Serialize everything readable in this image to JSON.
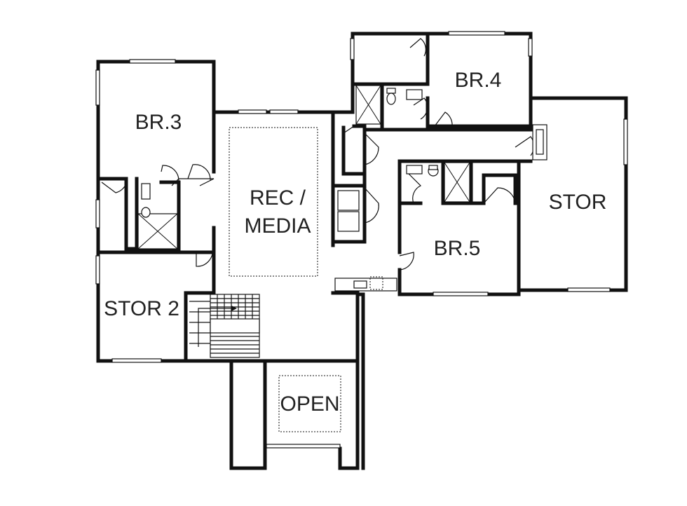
{
  "rooms": {
    "br3": "BR.3",
    "br4": "BR.4",
    "br5": "BR.5",
    "stor": "STOR",
    "stor2": "STOR 2",
    "rec_line1": "REC /",
    "rec_line2": "MEDIA",
    "open": "OPEN"
  }
}
